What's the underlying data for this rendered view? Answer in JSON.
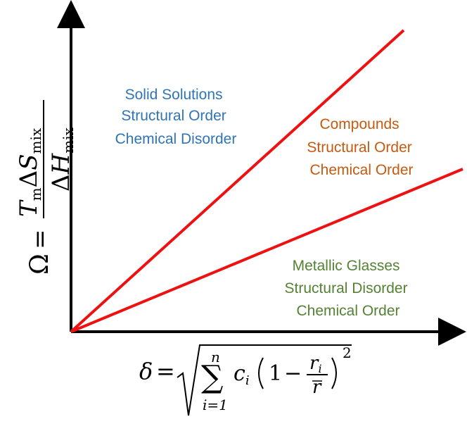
{
  "colors": {
    "axis": "#000000",
    "boundary_lines": "#ee1111",
    "solid_solutions": "#2f75b5",
    "compounds": "#c55a11",
    "metallic_glasses": "#548235"
  },
  "regions": {
    "solid_solutions": [
      "Solid Solutions",
      "Structural Order",
      "Chemical Disorder"
    ],
    "compounds": [
      "Compounds",
      "Structural Order",
      "Chemical Order"
    ],
    "metallic_glasses": [
      "Metallic Glasses",
      "Structural Disorder",
      "Chemical Order"
    ]
  },
  "y_axis_label": {
    "omega": "Ω",
    "equals": "=",
    "T": "T",
    "T_sub": "m",
    "delta": "Δ",
    "S": "S",
    "S_sub": "mix",
    "H": "H",
    "H_sub": "mix"
  },
  "x_axis_label": {
    "delta": "δ",
    "equals": "=",
    "sigma": "∑",
    "upper": "n",
    "lower": "i=1",
    "c": "c",
    "c_sub": "i",
    "one": "1",
    "minus": "−",
    "r": "r",
    "r_sub": "i",
    "r_bar": "r",
    "power": "2"
  }
}
